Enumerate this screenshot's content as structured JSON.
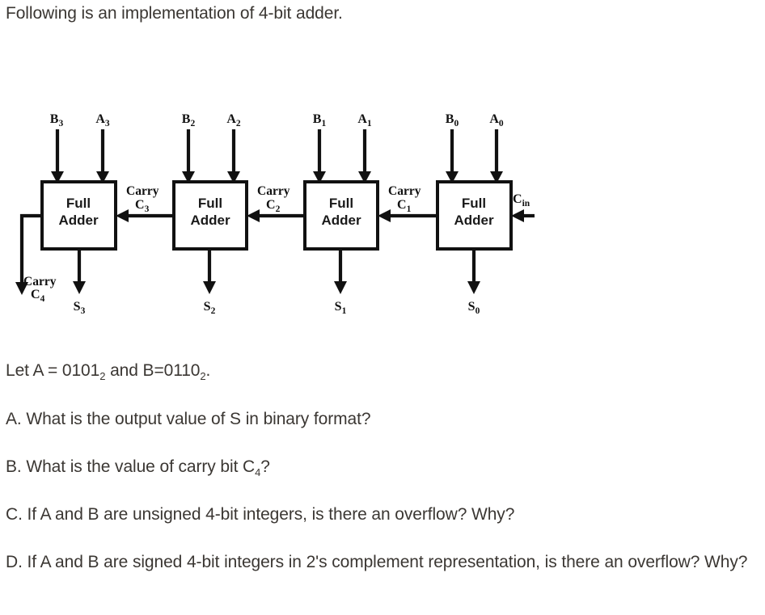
{
  "intro": "Following is an implementation of 4-bit adder.",
  "diagram": {
    "title": "4-bit ripple carry adder block diagram",
    "box_label_line1": "Full",
    "box_label_line2": "Adder",
    "carry_word": "Carry",
    "stages": [
      {
        "index": 3,
        "b_label": "B",
        "b_sub": "3",
        "a_label": "A",
        "a_sub": "3",
        "sum_label": "S",
        "sum_sub": "3",
        "carry_in_label": "C",
        "carry_in_sub": "3"
      },
      {
        "index": 2,
        "b_label": "B",
        "b_sub": "2",
        "a_label": "A",
        "a_sub": "2",
        "sum_label": "S",
        "sum_sub": "2",
        "carry_in_label": "C",
        "carry_in_sub": "2"
      },
      {
        "index": 1,
        "b_label": "B",
        "b_sub": "1",
        "a_label": "A",
        "a_sub": "1",
        "sum_label": "S",
        "sum_sub": "1",
        "carry_in_label": "C",
        "carry_in_sub": "1"
      },
      {
        "index": 0,
        "b_label": "B",
        "b_sub": "0",
        "a_label": "A",
        "a_sub": "0",
        "sum_label": "S",
        "sum_sub": "0",
        "carry_in_label": "C",
        "carry_in_sub": "in"
      }
    ],
    "carry_out": {
      "word": "Carry",
      "label": "C",
      "sub": "4"
    },
    "colors": {
      "line": "#111111",
      "box_fill": "#ffffff",
      "text": "#111111"
    }
  },
  "given": {
    "prefix": "Let A = ",
    "a_value": "0101",
    "a_base": "2",
    "middle": " and B=",
    "b_value": "0110",
    "b_base": "2",
    "suffix": "."
  },
  "questions": [
    {
      "id": "A",
      "text_1": "A. What is the output value of S in binary format?",
      "text_2": "",
      "sub": ""
    },
    {
      "id": "B",
      "text_1": "B. What is the value of carry bit C",
      "sub": "4",
      "text_2": "?"
    },
    {
      "id": "C",
      "text_1": "C. If A and B are unsigned 4-bit integers, is there an overflow? Why?",
      "sub": "",
      "text_2": ""
    },
    {
      "id": "D",
      "text_1": "D. If A and B are signed 4-bit integers in 2's complement representation, is there an overflow? Why?",
      "sub": "",
      "text_2": ""
    }
  ]
}
